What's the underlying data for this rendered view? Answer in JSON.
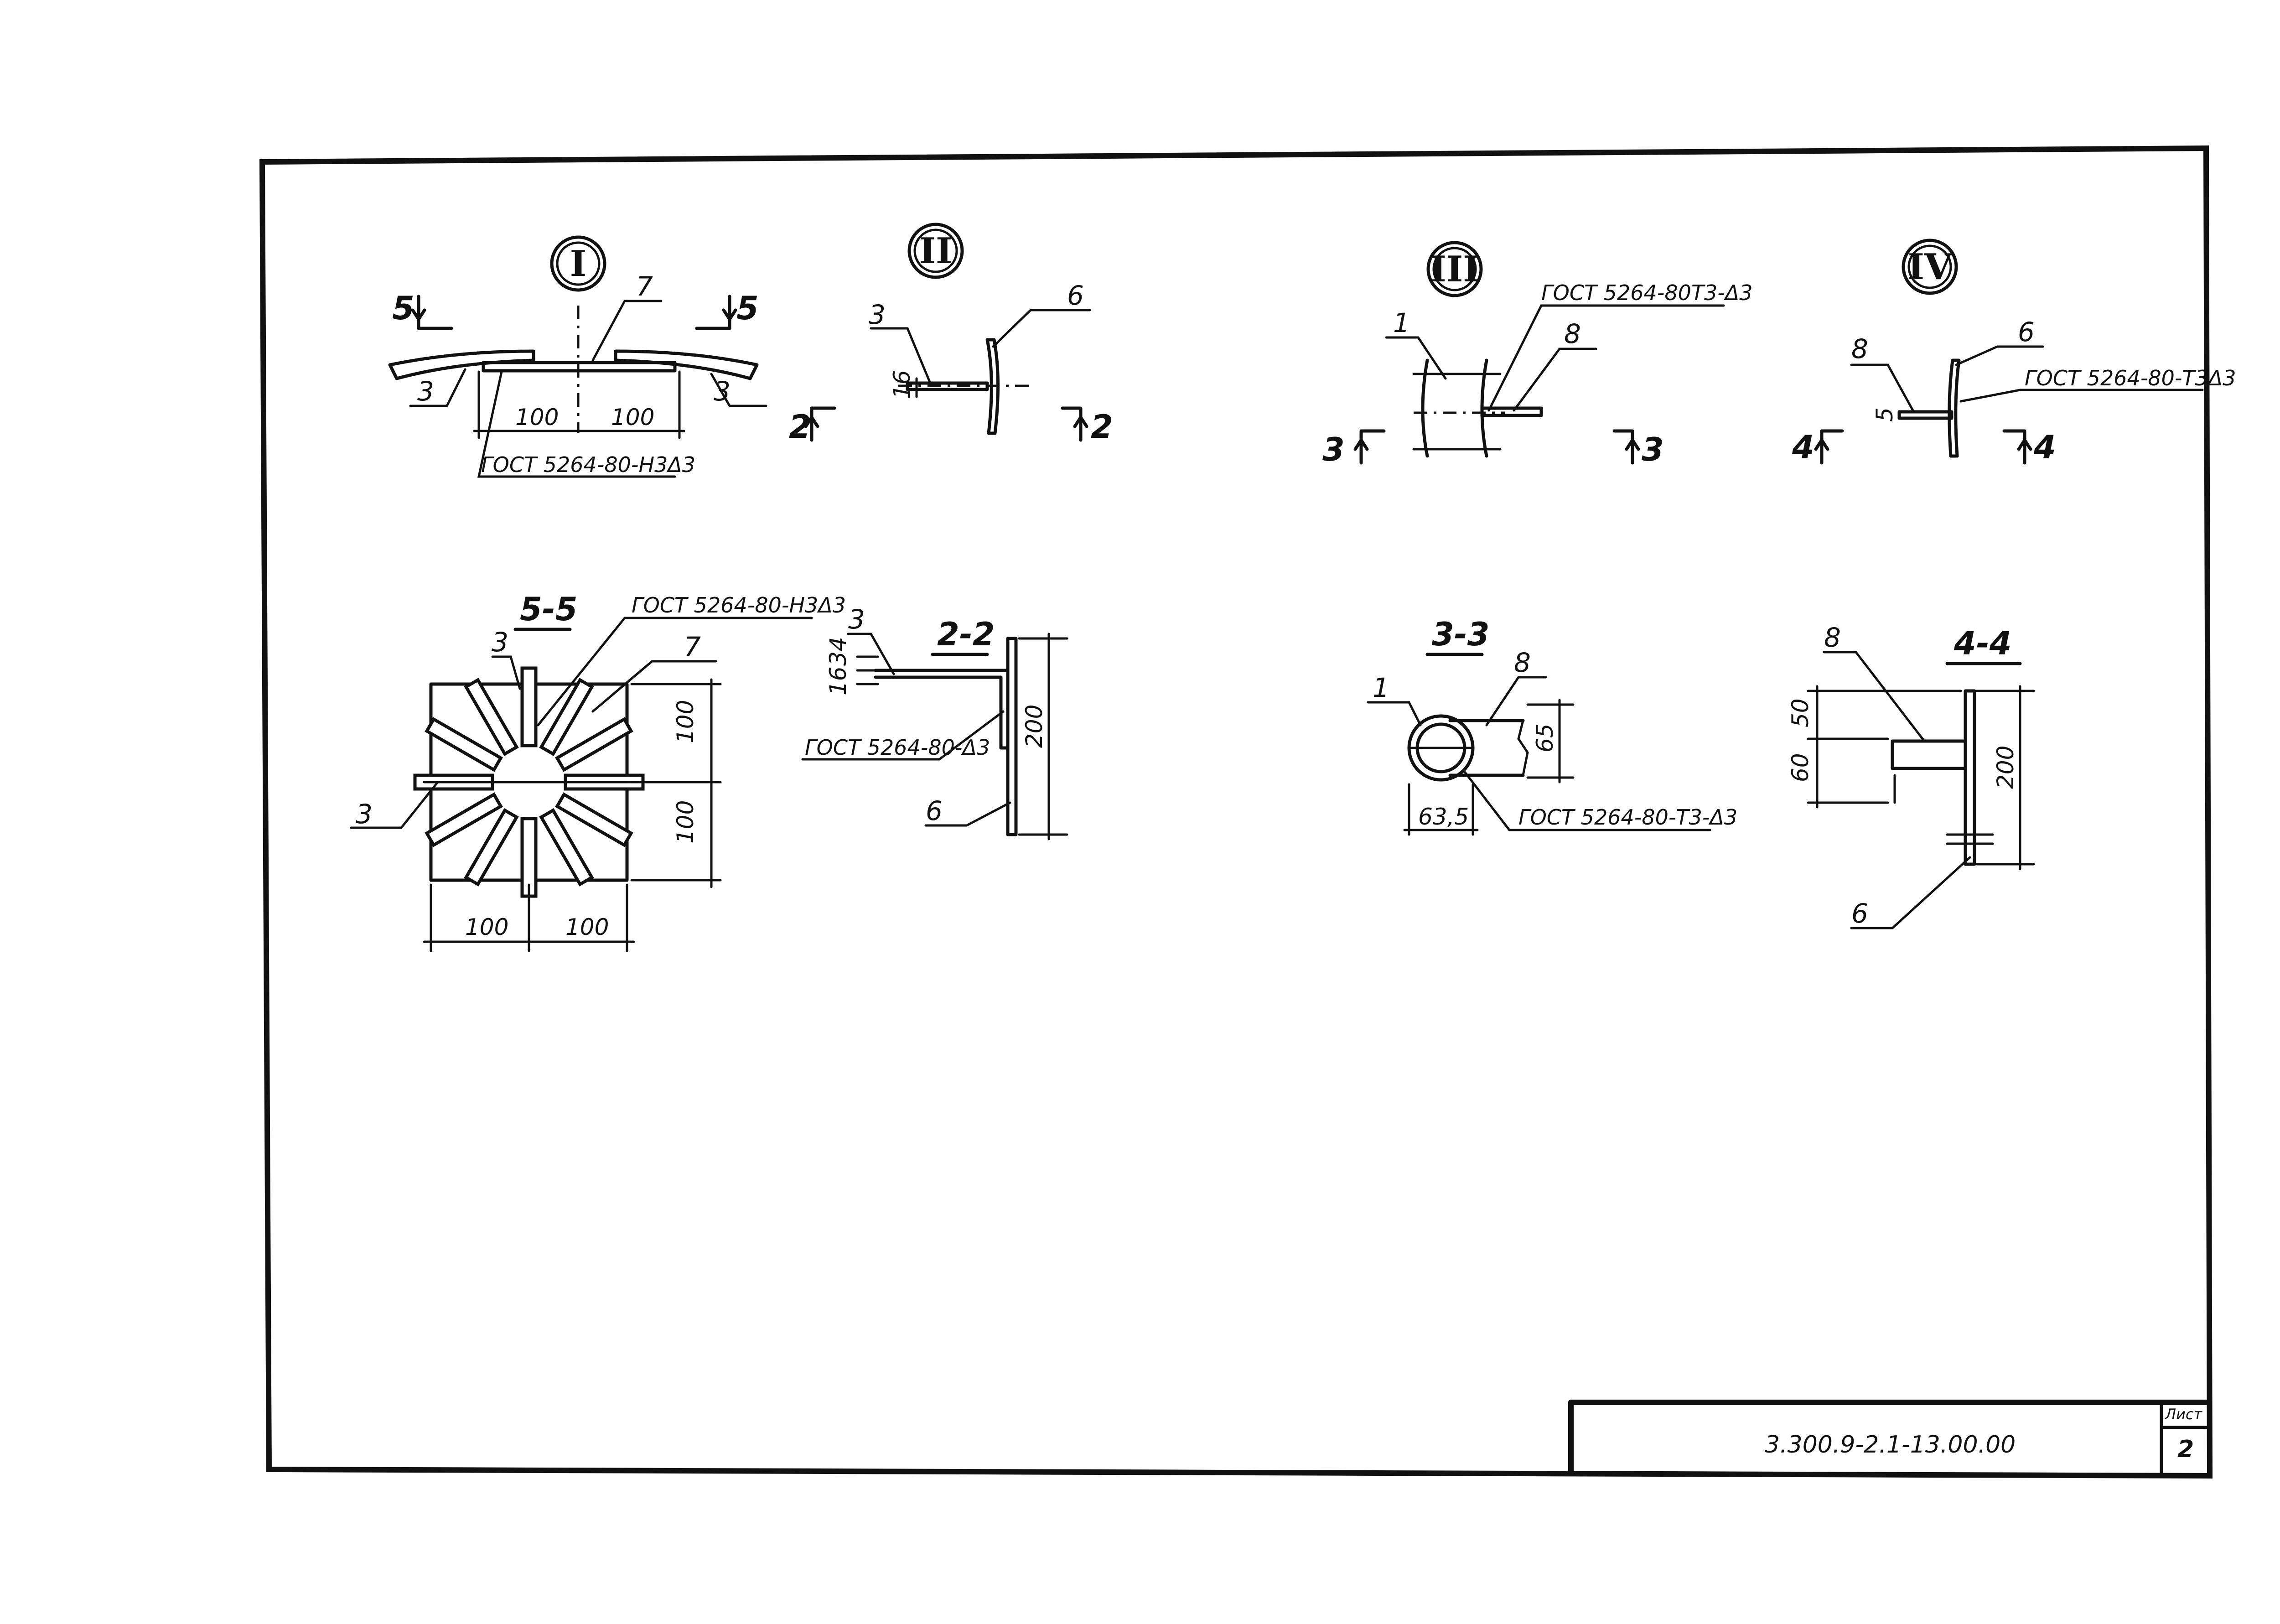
{
  "callouts": {
    "c1": "I",
    "c2": "II",
    "c3": "III",
    "c4": "IV"
  },
  "view1": {
    "cut_left": "5",
    "cut_right": "5",
    "pos_7": "7",
    "pos_3_left": "3",
    "pos_3_right": "3",
    "dim_left": "100",
    "dim_right": "100",
    "weld": "ГОСТ 5264-80-Н3Δ3"
  },
  "view2": {
    "pos_3": "3",
    "pos_6": "6",
    "dim_16": "16",
    "cut_left": "2",
    "cut_right": "2"
  },
  "view3": {
    "pos_1": "1",
    "pos_8": "8",
    "weld": "ГОСТ 5264-80Т3-Δ3",
    "cut_left": "3",
    "cut_right": "3"
  },
  "view4": {
    "pos_8": "8",
    "pos_6": "6",
    "weld": "ГОСТ 5264-80-Т3Δ3",
    "dim_5": "5",
    "cut_left": "4",
    "cut_right": "4"
  },
  "section55": {
    "title": "5-5",
    "weld": "ГОСТ 5264-80-Н3Δ3",
    "pos_3_top": "3",
    "pos_7": "7",
    "pos_3_left": "3",
    "dim_v1": "100",
    "dim_v2": "100",
    "dim_h1": "100",
    "dim_h2": "100"
  },
  "section22": {
    "title": "2-2",
    "pos_3": "3",
    "pos_6": "6",
    "dim_16": "16",
    "dim_34": "34",
    "dim_200": "200",
    "weld": "ГОСТ 5264-80-Δ3"
  },
  "section33": {
    "title": "3-3",
    "pos_1": "1",
    "pos_8": "8",
    "dim_65": "65",
    "dim_635": "63,5",
    "weld": "ГОСТ 5264-80-Т3-Δ3"
  },
  "section44": {
    "title": "4-4",
    "pos_8": "8",
    "pos_6": "6",
    "dim_50": "50",
    "dim_60": "60",
    "dim_200": "200"
  },
  "title_block": {
    "code": "3.300.9-2.1-13.00.00",
    "sheet_label": "Лист",
    "sheet_no": "2"
  }
}
